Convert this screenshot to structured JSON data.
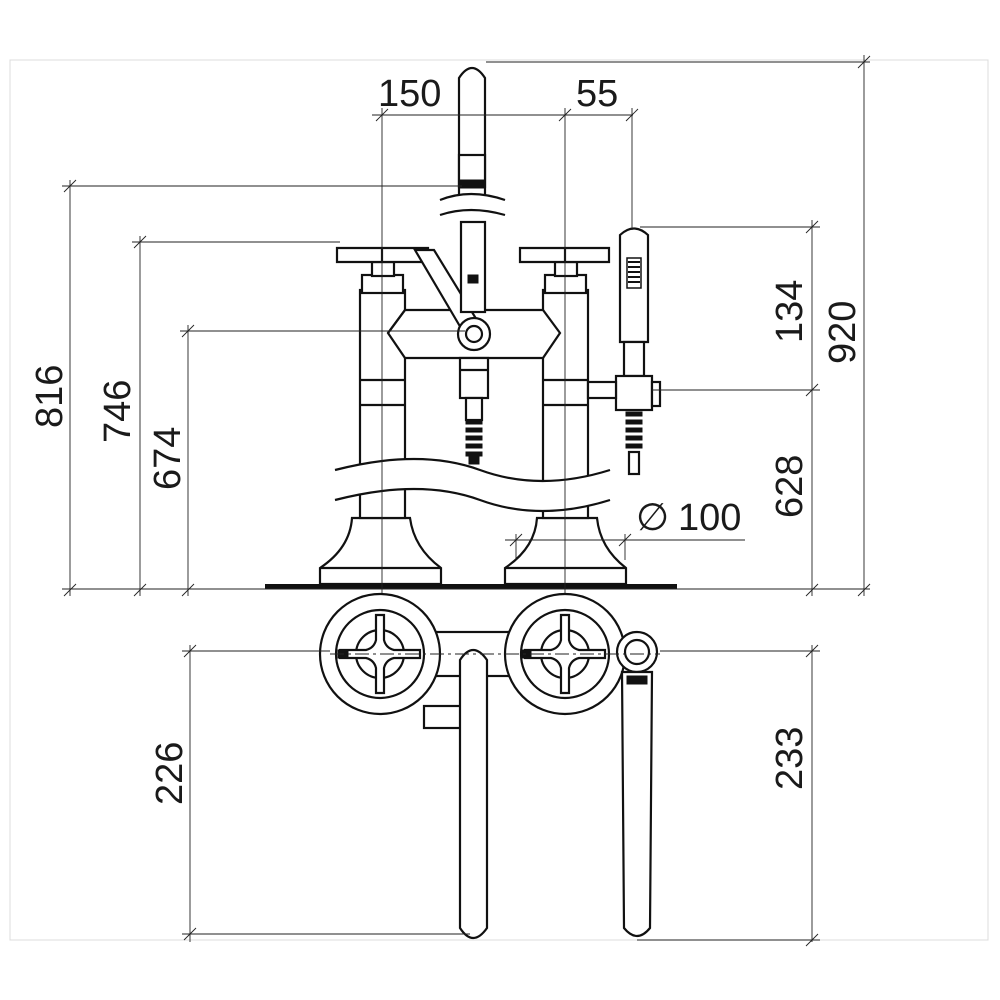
{
  "drawing": {
    "dimensions": {
      "d150": "150",
      "d55": "55",
      "d816": "816",
      "d746": "746",
      "d674": "674",
      "d134": "134",
      "d920": "920",
      "d628": "628",
      "d100": "100",
      "d226": "226",
      "d233": "233"
    },
    "diameter_symbol": "∅"
  }
}
